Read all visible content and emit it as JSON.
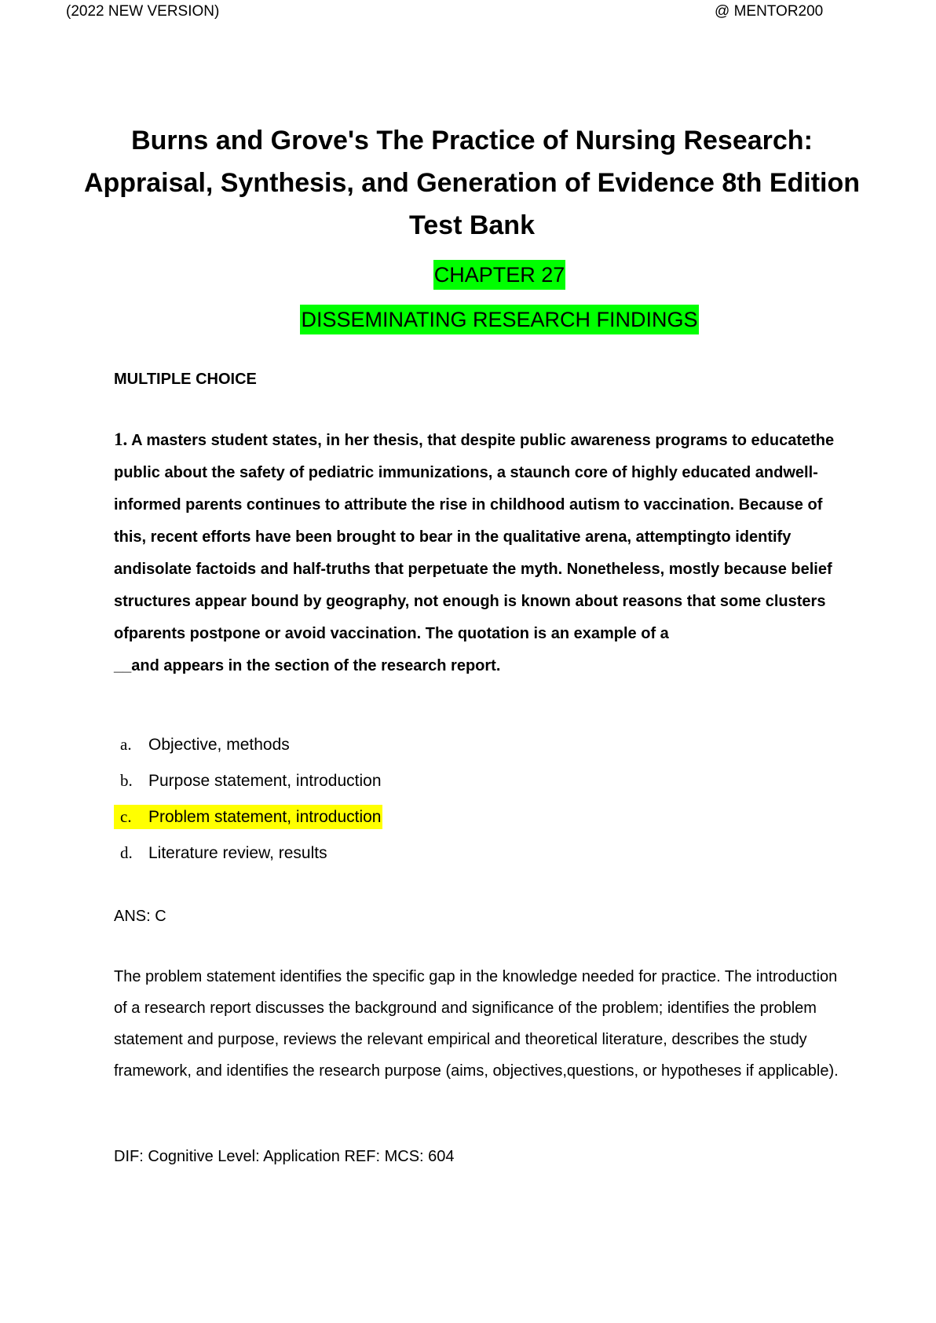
{
  "header": {
    "left": "(2022 NEW VERSION)",
    "right": "@ MENTOR200"
  },
  "title": {
    "line1": "Burns and Grove's The Practice of Nursing Research:",
    "line2": "Appraisal, Synthesis, and Generation of Evidence 8th Edition",
    "line3": "Test Bank"
  },
  "chapter": {
    "number": "CHAPTER 27",
    "name": "DISSEMINATING RESEARCH FINDINGS",
    "highlight_color": "#00ff00"
  },
  "section": "MULTIPLE CHOICE",
  "question": {
    "number": "1.",
    "text": "A masters student states, in her thesis, that despite public awareness programs to educatethe public about the safety of pediatric immunizations, a staunch core of highly educated andwell- informed parents continues to attribute the rise in childhood autism to vaccination. Because of this, recent efforts have been brought to bear in the qualitative arena, attemptingto identify andisolate factoids and half-truths that perpetuate the myth. Nonetheless, mostly because belief structures appear bound by geography, not enough is known about reasons that some clusters ofparents postpone or avoid vaccination. The quotation is an example of a",
    "tail": "__and appears in the section of the research report."
  },
  "choices": [
    {
      "letter": "a.",
      "text": "Objective, methods"
    },
    {
      "letter": "b.",
      "text": "Purpose statement, introduction"
    },
    {
      "letter": "c.",
      "text": "Problem statement, introduction"
    },
    {
      "letter": "d.",
      "text": "Literature review, results"
    }
  ],
  "correct_highlight_color": "#ffff00",
  "answer": "ANS: C",
  "rationale": "The problem statement identifies the specific gap in the knowledge needed for practice. The introduction of a research report discusses the background and significance of the problem; identifies the problem statement and purpose, reviews the relevant empirical and theoretical literature, describes the study framework, and identifies the research purpose (aims, objectives,questions, or hypotheses if applicable).",
  "difficulty": "DIF: Cognitive Level: Application REF: MCS: 604"
}
